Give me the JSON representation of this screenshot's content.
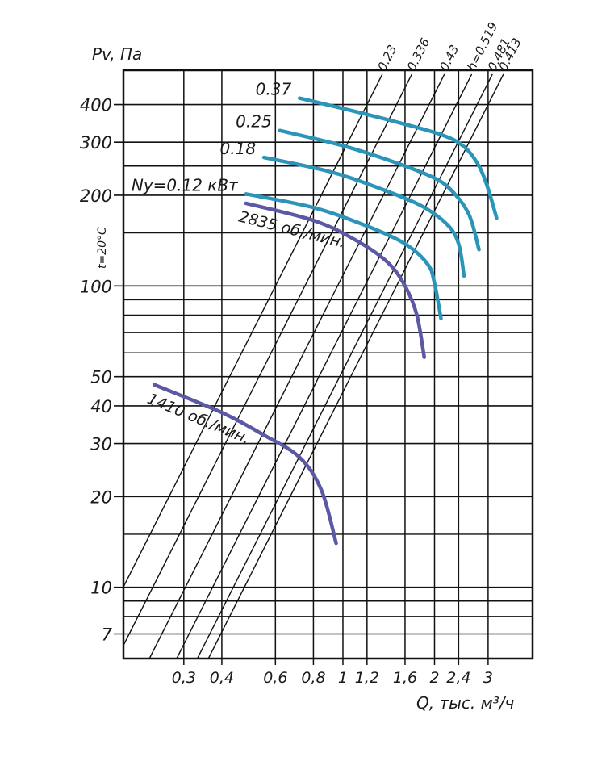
{
  "chart_data": {
    "type": "line",
    "title": "",
    "ylabel": "Pv, Па",
    "xlabel": "Q, тыс. м³/ч",
    "side_label": "t=20°C",
    "x_scale": "log",
    "y_scale": "log",
    "xlim": [
      0.19,
      4.2
    ],
    "ylim": [
      5.8,
      520
    ],
    "x_ticks": [
      {
        "value": 0.3,
        "label": "0,3"
      },
      {
        "value": 0.4,
        "label": "0,4"
      },
      {
        "value": 0.6,
        "label": "0,6"
      },
      {
        "value": 0.8,
        "label": "0,8"
      },
      {
        "value": 1.0,
        "label": "1"
      },
      {
        "value": 1.2,
        "label": "1,2"
      },
      {
        "value": 1.6,
        "label": "1,6"
      },
      {
        "value": 2.0,
        "label": "2"
      },
      {
        "value": 2.4,
        "label": "2,4"
      },
      {
        "value": 3.0,
        "label": "3"
      }
    ],
    "y_ticks": [
      {
        "value": 7,
        "label": "7"
      },
      {
        "value": 10,
        "label": "10"
      },
      {
        "value": 20,
        "label": "20"
      },
      {
        "value": 30,
        "label": "30"
      },
      {
        "value": 40,
        "label": "40"
      },
      {
        "value": 50,
        "label": "50"
      },
      {
        "value": 100,
        "label": "100"
      },
      {
        "value": 200,
        "label": "200"
      },
      {
        "value": 300,
        "label": "300"
      },
      {
        "value": 400,
        "label": "400"
      }
    ],
    "y_minor_grid": [
      8,
      9,
      15,
      60,
      70,
      80,
      90,
      150,
      250
    ],
    "efficiency_lines": [
      {
        "label": "0.23",
        "q_at_ref": 0.6
      },
      {
        "label": "0.336",
        "q_at_ref": 0.75
      },
      {
        "label": "0.43",
        "q_at_ref": 0.96
      },
      {
        "label": "h=0.519",
        "q_at_ref": 1.18
      },
      {
        "label": "0.481",
        "q_at_ref": 1.38
      },
      {
        "label": "0.413",
        "q_at_ref": 1.5
      }
    ],
    "efficiency_ref_pressure": 100,
    "series": [
      {
        "name": "0.37",
        "color": "#2a95b8",
        "points": [
          [
            0.72,
            420
          ],
          [
            1.0,
            388
          ],
          [
            1.5,
            350
          ],
          [
            2.1,
            318
          ],
          [
            2.5,
            290
          ],
          [
            2.8,
            250
          ],
          [
            3.0,
            210
          ],
          [
            3.2,
            168
          ]
        ]
      },
      {
        "name": "0.25",
        "color": "#2a95b8",
        "points": [
          [
            0.62,
            328
          ],
          [
            1.0,
            292
          ],
          [
            1.5,
            256
          ],
          [
            2.0,
            228
          ],
          [
            2.3,
            205
          ],
          [
            2.6,
            172
          ],
          [
            2.8,
            132
          ]
        ]
      },
      {
        "name": "0.18",
        "color": "#2a95b8",
        "points": [
          [
            0.55,
            267
          ],
          [
            0.9,
            240
          ],
          [
            1.3,
            212
          ],
          [
            1.8,
            185
          ],
          [
            2.2,
            160
          ],
          [
            2.4,
            138
          ],
          [
            2.5,
            108
          ]
        ]
      },
      {
        "name": "Ny=0.12 кВт",
        "color": "#2a95b8",
        "points": [
          [
            0.48,
            202
          ],
          [
            0.8,
            182
          ],
          [
            1.2,
            158
          ],
          [
            1.6,
            138
          ],
          [
            1.9,
            118
          ],
          [
            2.0,
            102
          ],
          [
            2.1,
            78
          ]
        ]
      },
      {
        "name": "2835 об./мин.",
        "color": "#5b58a4",
        "points": [
          [
            0.48,
            188
          ],
          [
            0.8,
            165
          ],
          [
            1.1,
            142
          ],
          [
            1.4,
            120
          ],
          [
            1.6,
            100
          ],
          [
            1.75,
            80
          ],
          [
            1.85,
            58
          ]
        ]
      },
      {
        "name": "1410 об./мин.",
        "color": "#5b58a4",
        "points": [
          [
            0.24,
            47
          ],
          [
            0.4,
            38
          ],
          [
            0.55,
            32
          ],
          [
            0.72,
            27
          ],
          [
            0.85,
            21
          ],
          [
            0.95,
            14
          ]
        ]
      }
    ]
  }
}
